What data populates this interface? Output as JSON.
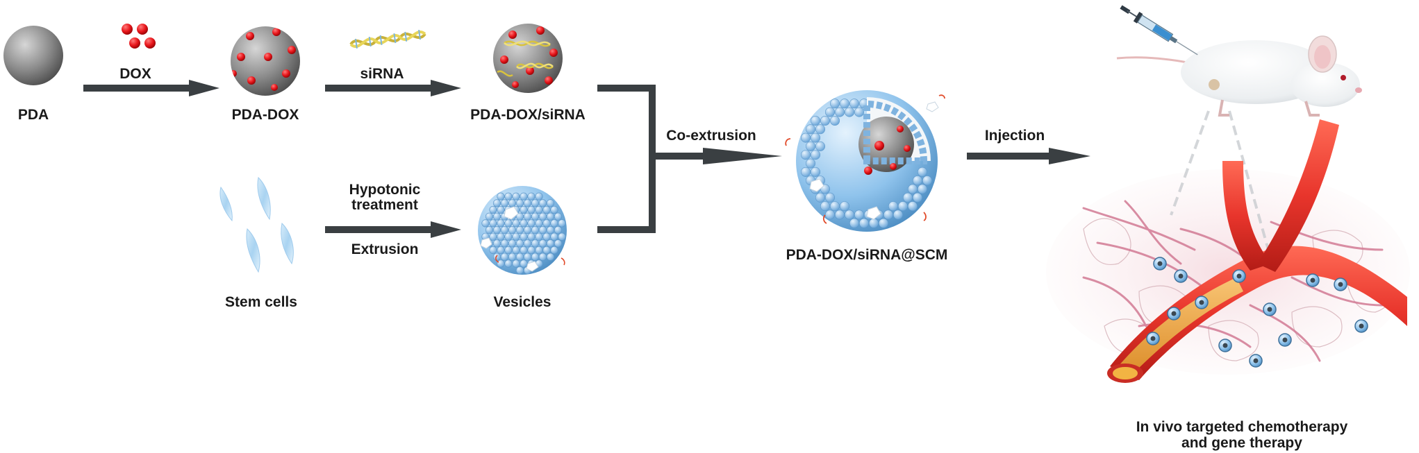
{
  "labels": {
    "pda": "PDA",
    "pda_dox": "PDA-DOX",
    "pda_dox_sirna": "PDA-DOX/siRNA",
    "stem_cells": "Stem cells",
    "vesicles": "Vesicles",
    "final": "PDA-DOX/siRNA@SCM",
    "outcome_line1": "In vivo targeted chemotherapy",
    "outcome_line2": "and gene therapy"
  },
  "steps": {
    "dox": "DOX",
    "sirna": "siRNA",
    "hypotonic_line1": "Hypotonic",
    "hypotonic_line2": "treatment",
    "extrusion": "Extrusion",
    "co_extrusion": "Co-extrusion",
    "injection": "Injection"
  },
  "icons": {
    "pda": "gray-sphere-icon",
    "dox": "red-dots-icon",
    "pda_dox": "dox-loaded-sphere-icon",
    "sirna": "sirna-helix-icon",
    "pda_dox_sirna": "sirna-loaded-sphere-icon",
    "stem_cells": "stem-cells-icon",
    "vesicles": "membrane-vesicle-icon",
    "final": "coated-nanoparticle-icon",
    "mouse": "mouse-icon",
    "syringe": "syringe-icon",
    "tissue": "tumor-tissue-icon"
  },
  "colors": {
    "arrow": "#3a3f42",
    "sphere": "#8a8a8a",
    "dox": "#e8161b",
    "membrane": "#8fc3ec",
    "vessel": "#e8352c",
    "capillary": "#d27a94"
  }
}
